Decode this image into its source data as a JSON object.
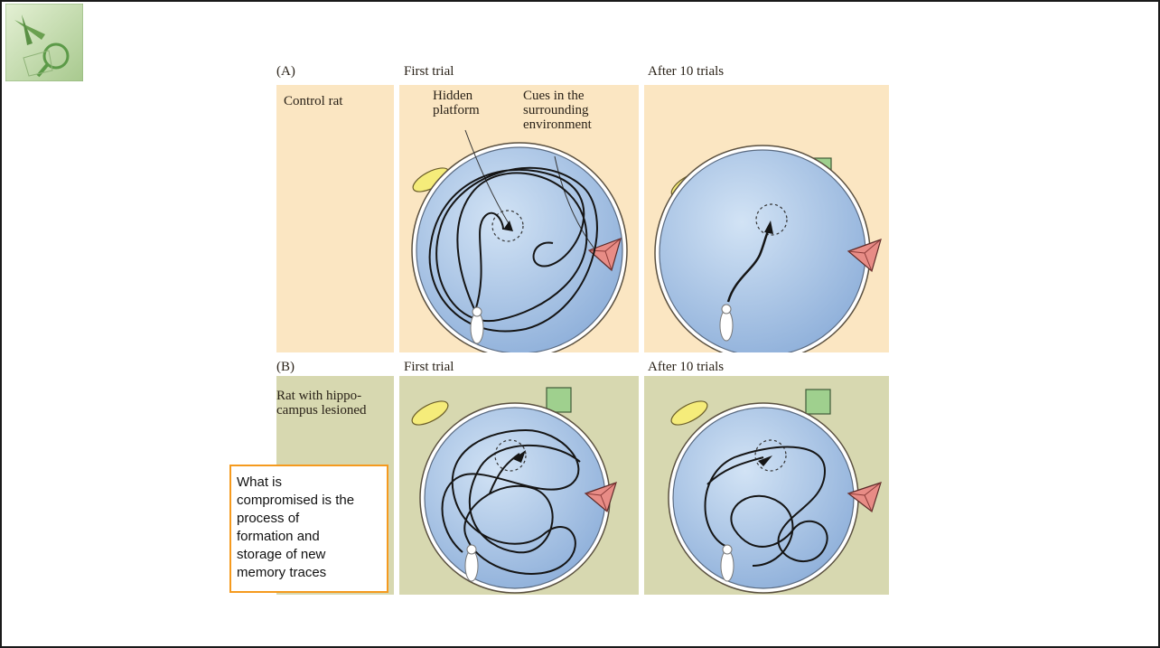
{
  "logo": {
    "icon": "compass-magnifier-logo-icon",
    "colors": [
      "#c4dca8",
      "#4f9040"
    ]
  },
  "figure": {
    "row_a": {
      "letter": "(A)",
      "row_label": "Control rat",
      "col1_header": "First trial",
      "col2_header": "After 10 trials",
      "annotation_platform_line1": "Hidden",
      "annotation_platform_line2": "platform",
      "annotation_cues_line1": "Cues in the",
      "annotation_cues_line2": "surrounding",
      "annotation_cues_line3": "environment"
    },
    "row_b": {
      "letter": "(B)",
      "row_label_line1": "Rat with hippo-",
      "row_label_line2": "campus lesioned",
      "col1_header": "First trial",
      "col2_header": "After 10 trials"
    },
    "colors": {
      "row_a_bg": "#fbe6c2",
      "row_b_bg": "#d7d8b0",
      "pool": "#a9c6e8",
      "cue_ellipse": "#f5ec7a",
      "cue_square": "#9fd08e",
      "cue_triangle": "#e88c86"
    }
  },
  "callout": {
    "line1": "What is",
    "line2": "compromised is the",
    "line3": "process of",
    "line4": "formation and",
    "line5": "storage of new",
    "line6": "memory traces",
    "border_color": "#f59a1e"
  }
}
